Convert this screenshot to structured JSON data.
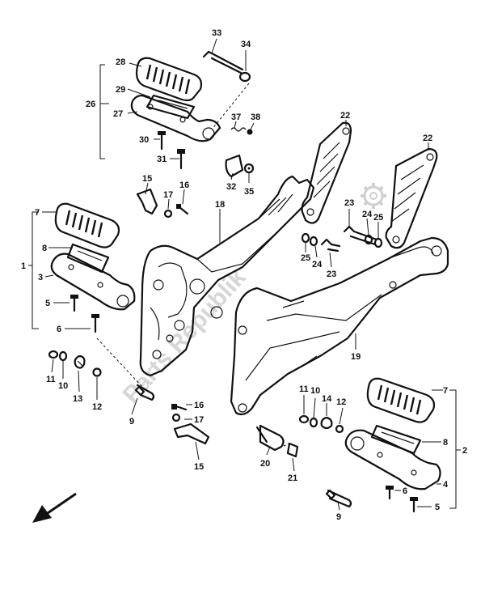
{
  "diagram": {
    "watermark": "Parts Republik",
    "callouts": [
      {
        "id": "c1",
        "text": "1"
      },
      {
        "id": "c2",
        "text": "2"
      },
      {
        "id": "c3",
        "text": "3"
      },
      {
        "id": "c4",
        "text": "4"
      },
      {
        "id": "c5a",
        "text": "5"
      },
      {
        "id": "c5b",
        "text": "5"
      },
      {
        "id": "c6a",
        "text": "6"
      },
      {
        "id": "c6b",
        "text": "6"
      },
      {
        "id": "c7a",
        "text": "7"
      },
      {
        "id": "c7b",
        "text": "7"
      },
      {
        "id": "c8a",
        "text": "8"
      },
      {
        "id": "c8b",
        "text": "8"
      },
      {
        "id": "c9a",
        "text": "9"
      },
      {
        "id": "c9b",
        "text": "9"
      },
      {
        "id": "c10a",
        "text": "10"
      },
      {
        "id": "c10b",
        "text": "10"
      },
      {
        "id": "c11a",
        "text": "11"
      },
      {
        "id": "c11b",
        "text": "11"
      },
      {
        "id": "c12a",
        "text": "12"
      },
      {
        "id": "c12b",
        "text": "12"
      },
      {
        "id": "c13",
        "text": "13"
      },
      {
        "id": "c14",
        "text": "14"
      },
      {
        "id": "c15a",
        "text": "15"
      },
      {
        "id": "c15b",
        "text": "15"
      },
      {
        "id": "c16a",
        "text": "16"
      },
      {
        "id": "c16b",
        "text": "16"
      },
      {
        "id": "c17a",
        "text": "17"
      },
      {
        "id": "c17b",
        "text": "17"
      },
      {
        "id": "c18",
        "text": "18"
      },
      {
        "id": "c19",
        "text": "19"
      },
      {
        "id": "c20",
        "text": "20"
      },
      {
        "id": "c21",
        "text": "21"
      },
      {
        "id": "c22a",
        "text": "22"
      },
      {
        "id": "c22b",
        "text": "22"
      },
      {
        "id": "c23a",
        "text": "23"
      },
      {
        "id": "c23b",
        "text": "23"
      },
      {
        "id": "c24a",
        "text": "24"
      },
      {
        "id": "c24b",
        "text": "24"
      },
      {
        "id": "c25a",
        "text": "25"
      },
      {
        "id": "c25b",
        "text": "25"
      },
      {
        "id": "c26",
        "text": "26"
      },
      {
        "id": "c27",
        "text": "27"
      },
      {
        "id": "c28",
        "text": "28"
      },
      {
        "id": "c29",
        "text": "29"
      },
      {
        "id": "c30",
        "text": "30"
      },
      {
        "id": "c31",
        "text": "31"
      },
      {
        "id": "c32",
        "text": "32"
      },
      {
        "id": "c33",
        "text": "33"
      },
      {
        "id": "c34",
        "text": "34"
      },
      {
        "id": "c35",
        "text": "35"
      },
      {
        "id": "c37",
        "text": "37"
      },
      {
        "id": "c38",
        "text": "38"
      }
    ]
  }
}
